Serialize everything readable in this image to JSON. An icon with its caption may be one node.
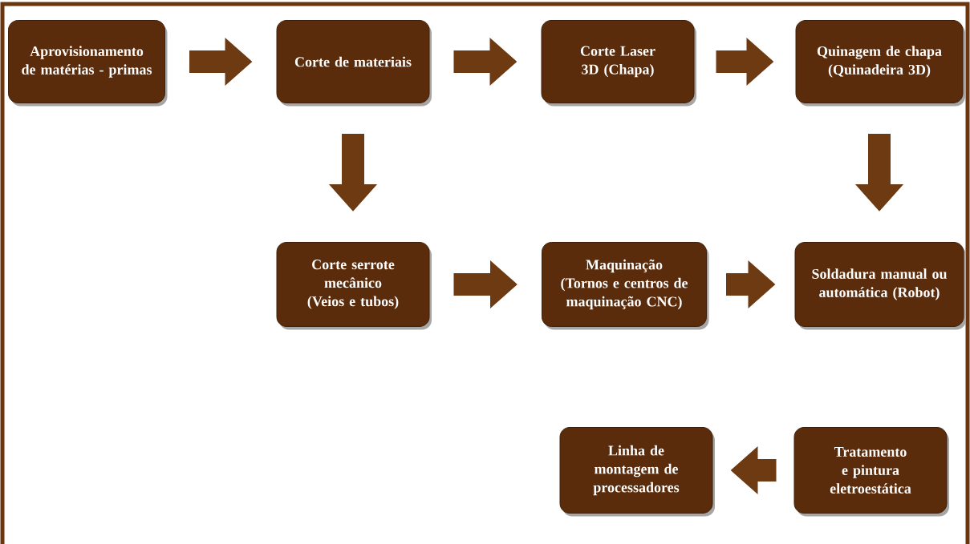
{
  "diagram": {
    "nodes": [
      {
        "text": [
          "Aprovisionamento de matérias - primas"
        ]
      },
      {
        "text": [
          "Corte de materiais"
        ]
      },
      {
        "text": [
          "Corte Laser 3D (Chapa)"
        ]
      },
      {
        "text": [
          "Quinagem de chapa (Quinadeira 3D)"
        ]
      },
      {
        "text": [
          "Corte serrote mecânico (Veios e tubos)"
        ]
      },
      {
        "text": [
          "Maquinação (Tornos e centros de maquinação CNC)"
        ]
      },
      {
        "text": [
          "Soldadura manual ou automática (Robot)"
        ]
      },
      {
        "text": [
          "Tratamento e pintura eletroestática"
        ]
      },
      {
        "text": [
          "Linha de montagem de processadores"
        ]
      }
    ],
    "edges": [
      {
        "from": 0,
        "to": 1,
        "arrow": "to"
      },
      {
        "from": 1,
        "to": 2,
        "arrow": "to"
      },
      {
        "from": 2,
        "to": 3,
        "arrow": "to"
      },
      {
        "from": 1,
        "to": 4,
        "arrow": "to"
      },
      {
        "from": 3,
        "to": 6,
        "arrow": "to"
      },
      {
        "from": 4,
        "to": 5,
        "arrow": "to"
      },
      {
        "from": 5,
        "to": 6,
        "arrow": "to"
      },
      {
        "from": 7,
        "to": 8,
        "arrow": "to"
      }
    ]
  }
}
